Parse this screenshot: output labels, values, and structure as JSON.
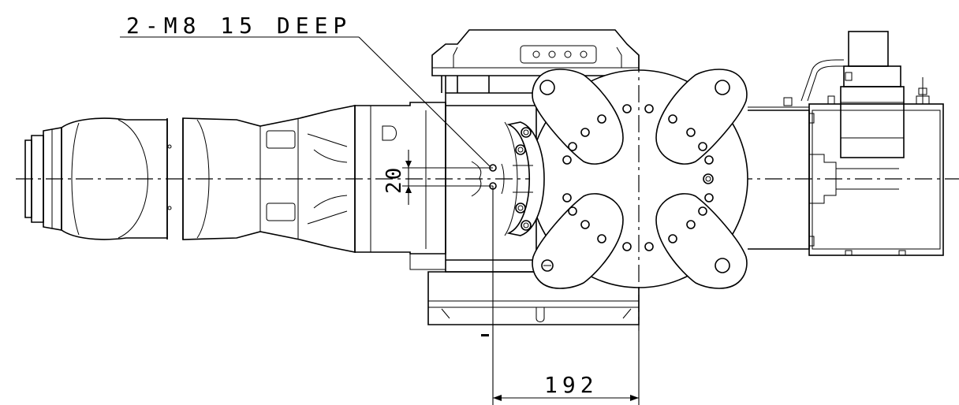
{
  "annotations": {
    "hole_callout": "2-M8 15 DEEP",
    "vertical_spacing": "20",
    "horizontal_distance": "192"
  }
}
